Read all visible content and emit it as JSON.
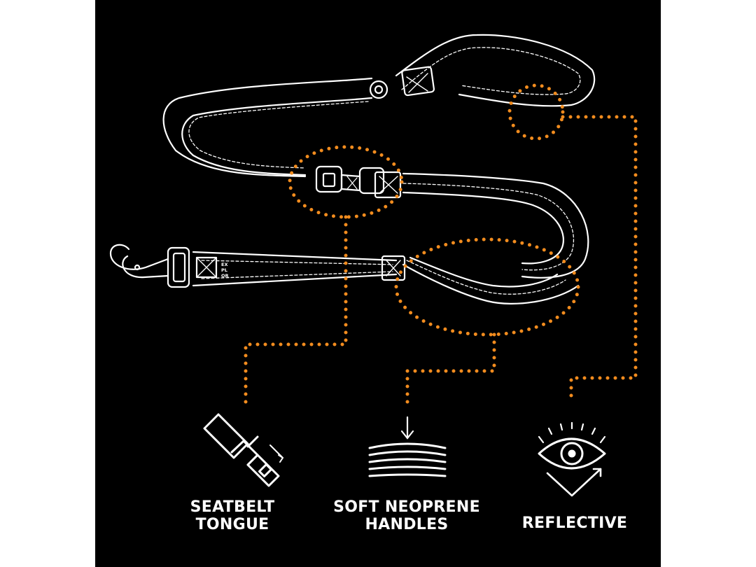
{
  "colors": {
    "background": "#000000",
    "line": "#ffffff",
    "accent": "#f28c1e"
  },
  "brand_mark": [
    "EX",
    "PL",
    "OR"
  ],
  "features": [
    {
      "id": "seatbelt",
      "icon": "seatbelt-tongue-icon",
      "lines": [
        "SEATBELT",
        "TONGUE"
      ]
    },
    {
      "id": "neoprene",
      "icon": "soft-handle-icon",
      "lines": [
        "SOFT NEOPRENE",
        "HANDLES"
      ]
    },
    {
      "id": "reflective",
      "icon": "reflective-eye-icon",
      "lines": [
        "REFLECTIVE"
      ]
    }
  ]
}
